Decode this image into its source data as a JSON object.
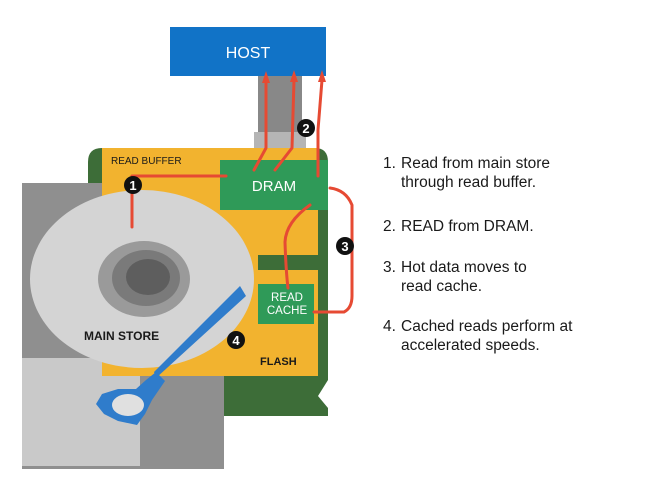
{
  "labels": {
    "host": "HOST",
    "dram": "DRAM",
    "read_buffer": "READ BUFFER",
    "read_cache_line1": "READ",
    "read_cache_line2": "CACHE",
    "main_store": "MAIN STORE",
    "flash": "FLASH"
  },
  "badges": [
    "1",
    "2",
    "3",
    "4"
  ],
  "steps": [
    {
      "num": "1.",
      "text": "Read from main store through read buffer."
    },
    {
      "num": "2.",
      "text": "READ from DRAM."
    },
    {
      "num": "3.",
      "text": "Hot data moves to read cache."
    },
    {
      "num": "4.",
      "text": "Cached reads perform at accelerated speeds."
    }
  ],
  "colors": {
    "host": "#1173c7",
    "dram": "#2f9a58",
    "read_cache": "#2f9a58",
    "flash_board": "#f2b32f",
    "green_board": "#3d6d38",
    "drive_gray": "#8f8f8f",
    "platter": "#d4d4d4",
    "arm": "#2f7ccb",
    "flow": "#e64a33",
    "badge": "#111111"
  }
}
